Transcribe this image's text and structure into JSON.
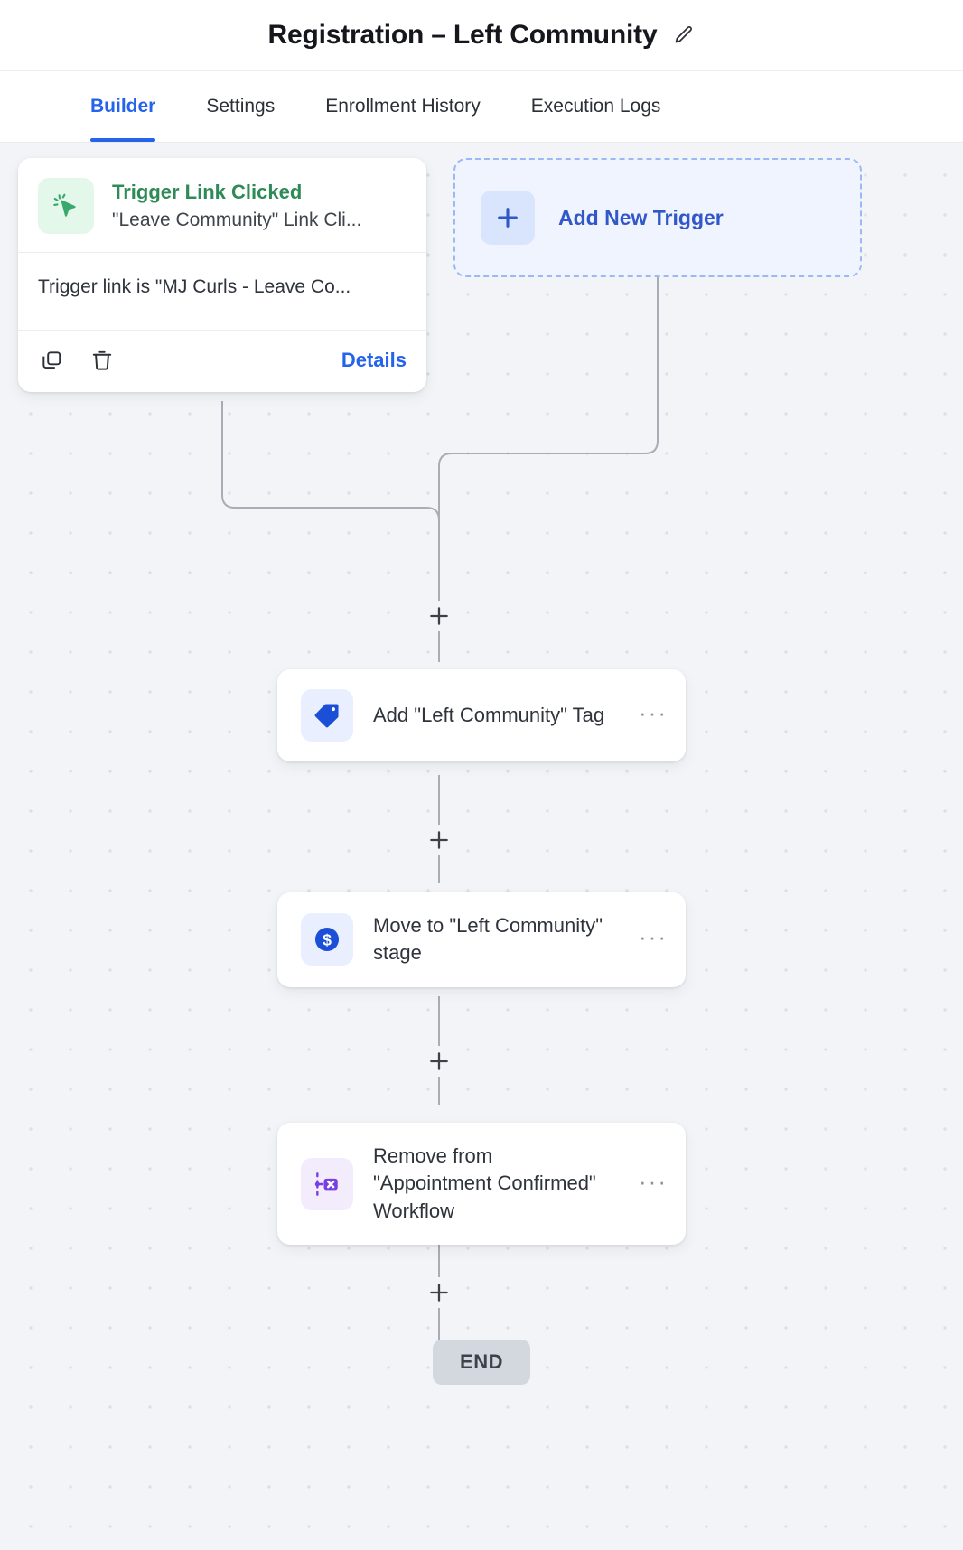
{
  "header": {
    "title": "Registration – Left Community",
    "edit_icon": "pencil-icon"
  },
  "tabs": [
    {
      "label": "Builder",
      "active": true
    },
    {
      "label": "Settings",
      "active": false
    },
    {
      "label": "Enrollment History",
      "active": false
    },
    {
      "label": "Execution Logs",
      "active": false
    }
  ],
  "trigger_card": {
    "icon": "click-cursor-icon",
    "title": "Trigger Link Clicked",
    "subtitle": "\"Leave Community\" Link Cli...",
    "condition": "Trigger link is \"MJ Curls - Leave Co...",
    "copy_icon": "copy-icon",
    "delete_icon": "trash-icon",
    "details_label": "Details"
  },
  "add_trigger": {
    "plus_icon": "plus-icon",
    "label": "Add New Trigger"
  },
  "nodes": [
    {
      "icon": "tag-icon",
      "icon_style": "tag",
      "label": "Add \"Left Community\" Tag",
      "menu_icon": "ellipsis-icon",
      "menu_label": "···"
    },
    {
      "icon": "dollar-circle-icon",
      "icon_style": "stage",
      "label": "Move to \"Left Community\" stage",
      "menu_icon": "ellipsis-icon",
      "menu_label": "···"
    },
    {
      "icon": "remove-workflow-icon",
      "icon_style": "workflow",
      "label": "Remove from \"Appointment Confirmed\" Workflow",
      "menu_icon": "ellipsis-icon",
      "menu_label": "···"
    }
  ],
  "add_step_label": "+",
  "end_node": {
    "label": "END"
  },
  "colors": {
    "accent_blue": "#2563eb",
    "trigger_green": "#2e8b57",
    "canvas_bg": "#f2f4f7",
    "tag_blue": "#1b4fd8",
    "workflow_purple": "#7a3fe0",
    "end_gray": "#d3d7de"
  }
}
